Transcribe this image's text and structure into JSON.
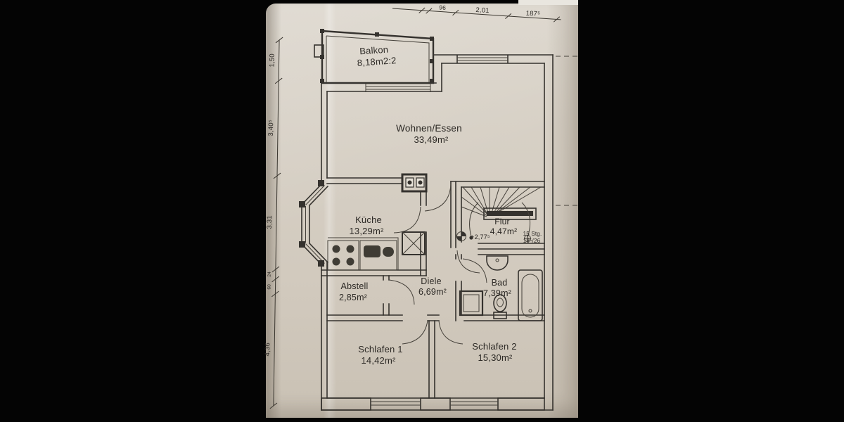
{
  "document": {
    "type": "floor-plan-photo",
    "paper_color": "#d6cfc4",
    "line_color": "#35322e",
    "background_color": "#040404"
  },
  "rooms": [
    {
      "name": "Balkon",
      "area": "8,18m2:2"
    },
    {
      "name": "Wohnen/Essen",
      "area": "33,49m²"
    },
    {
      "name": "Küche",
      "area": "13,29m²"
    },
    {
      "name": "Flur",
      "area": "4,47m²"
    },
    {
      "name": "Abstell",
      "area": "2,85m²"
    },
    {
      "name": "Diele",
      "area": "6,69m²"
    },
    {
      "name": "Bad",
      "area": "7,39m²"
    },
    {
      "name": "Schlafen 1",
      "area": "14,42m²"
    },
    {
      "name": "Schlafen 2",
      "area": "15,30m²"
    }
  ],
  "annotations": {
    "level_marker": "+2,77⁵",
    "stair_note_line1": "15 Stg.",
    "stair_note_line2": "18⁵/26"
  },
  "dimensions": {
    "left": [
      "1,50",
      "3,40⁵",
      "3,31",
      "24",
      "60",
      "4,36"
    ],
    "top": [
      "96",
      "2,01",
      "187⁵"
    ]
  }
}
